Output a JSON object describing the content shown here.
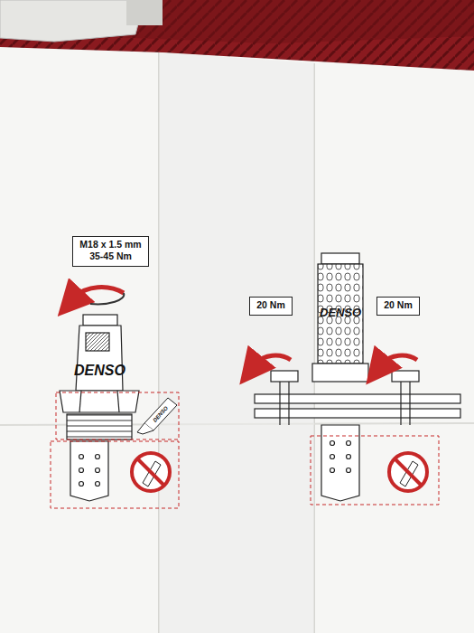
{
  "diagram": {
    "nodes": [
      {
        "text": [
          "M18 x 1.5 mm",
          "35-45 Nm"
        ]
      },
      {
        "text": [
          "20 Nm"
        ]
      },
      {
        "text": [
          "20 Nm"
        ]
      }
    ],
    "labels": [
      "DENSO",
      "DENSO",
      "DENSO"
    ]
  }
}
